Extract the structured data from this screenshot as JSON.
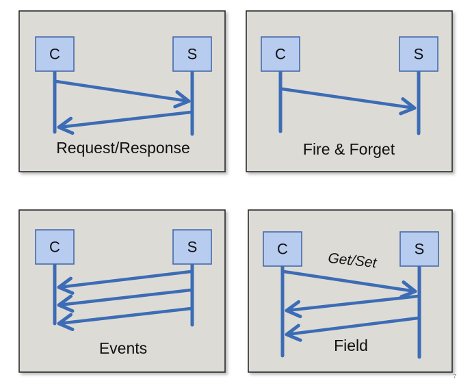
{
  "node_labels": {
    "client": "C",
    "server": "S"
  },
  "panels": [
    {
      "id": "request-response",
      "caption": "Request/Response",
      "message_label": ""
    },
    {
      "id": "fire-and-forget",
      "caption": "Fire & Forget",
      "message_label": ""
    },
    {
      "id": "events",
      "caption": "Events",
      "message_label": ""
    },
    {
      "id": "field",
      "caption": "Field",
      "message_label": "Get/Set"
    }
  ],
  "colors": {
    "panel_fill": "#dddbd6",
    "node_fill": "#b7ccef",
    "arrow": "#3c6cb5"
  },
  "corner_mark": "7"
}
